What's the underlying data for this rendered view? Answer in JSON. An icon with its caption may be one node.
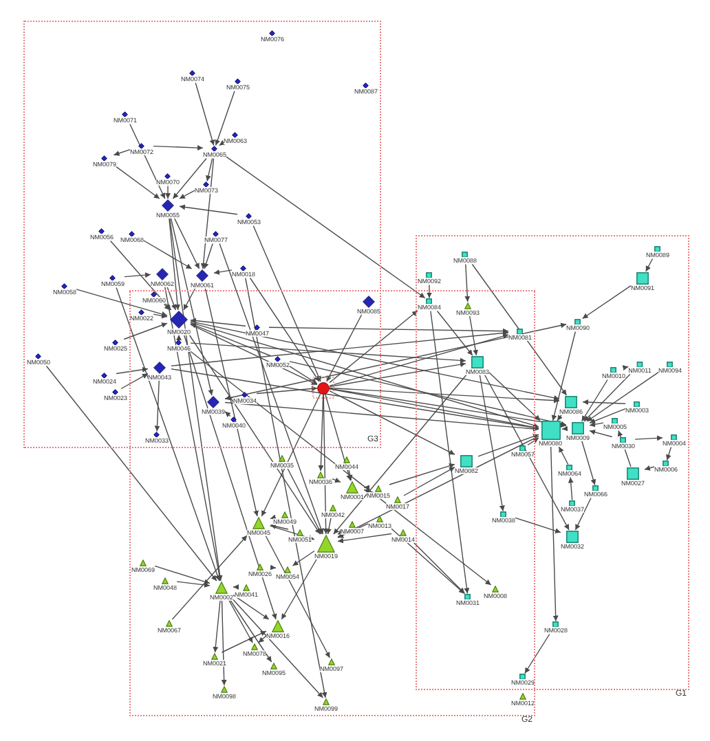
{
  "diagram": {
    "nodes": [
      {
        "text": [
          "G3"
        ]
      },
      {
        "text": [
          "NM0076"
        ],
        "in": 0
      },
      {
        "text": [
          "NM0087"
        ],
        "in": 0
      },
      {
        "text": [
          "NM0074"
        ],
        "in": 0
      },
      {
        "text": [
          "NM0075"
        ],
        "in": 0
      },
      {
        "text": [
          "NM0071"
        ],
        "in": 0
      },
      {
        "text": [
          "NM0072"
        ],
        "in": 0
      },
      {
        "text": [
          "NM0079"
        ],
        "in": 0
      },
      {
        "text": [
          "NM0065"
        ],
        "in": 0
      },
      {
        "text": [
          "NM0063"
        ],
        "in": 0
      },
      {
        "text": [
          "NM0070"
        ],
        "in": 0
      },
      {
        "text": [
          "NM0073"
        ],
        "in": 0
      },
      {
        "text": [
          "NM0055"
        ],
        "in": 0
      },
      {
        "text": [
          "NM0053"
        ],
        "in": 0
      },
      {
        "text": [
          "NM0056"
        ],
        "in": 0
      },
      {
        "text": [
          "NM0068"
        ],
        "in": 0
      },
      {
        "text": [
          "NM0077"
        ],
        "in": 0
      },
      {
        "text": [
          "NM0018"
        ],
        "in": 0
      },
      {
        "text": [
          "NM0059"
        ],
        "in": 0
      },
      {
        "text": [
          "NM0062"
        ],
        "in": 0
      },
      {
        "text": [
          "NM0061"
        ],
        "in": 0
      },
      {
        "text": [
          "NM0058"
        ],
        "in": 0
      },
      {
        "text": [
          "NM0060"
        ]
      },
      {
        "text": [
          "NM0022"
        ]
      },
      {
        "text": [
          "NM0020"
        ]
      },
      {
        "text": [
          "NM0047"
        ]
      },
      {
        "text": [
          "NM0025"
        ],
        "in": 0
      },
      {
        "text": [
          "NM0046"
        ]
      },
      {
        "text": [
          "NM0052"
        ]
      },
      {
        "text": [
          "NM0050"
        ],
        "in": 0
      },
      {
        "text": [
          "NM0043"
        ]
      },
      {
        "text": [
          "NM0024"
        ],
        "in": 0
      },
      {
        "text": [
          "NM0023"
        ],
        "in": 0
      },
      {
        "text": [
          "NM0039"
        ]
      },
      {
        "text": [
          "NM0034"
        ]
      },
      {
        "text": [
          "NM0040"
        ]
      },
      {
        "text": [
          "NM0033"
        ]
      },
      {
        "text": [
          "NM0085"
        ]
      },
      {
        "text": [],
        "shape": "circle"
      },
      {
        "text": [
          "G1"
        ]
      },
      {
        "text": [
          "NM0088"
        ],
        "in": 39
      },
      {
        "text": [
          "NM0092"
        ],
        "in": 39
      },
      {
        "text": [
          "NM0084"
        ]
      },
      {
        "text": [
          "NM0089"
        ],
        "in": 39
      },
      {
        "text": [
          "NM0091"
        ],
        "in": 39
      },
      {
        "text": [
          "NM0090"
        ],
        "in": 39
      },
      {
        "text": [
          "NM0081"
        ]
      },
      {
        "text": [
          "NM0083"
        ]
      },
      {
        "text": [
          "NM0086"
        ],
        "in": 39
      },
      {
        "text": [
          "NM0080"
        ],
        "in": 39
      },
      {
        "text": [
          "NM0009"
        ],
        "in": 39
      },
      {
        "text": [
          "NM0010"
        ],
        "in": 39
      },
      {
        "text": [
          "NM0011"
        ],
        "in": 39
      },
      {
        "text": [
          "NM0094"
        ],
        "in": 39
      },
      {
        "text": [
          "NM0003"
        ],
        "in": 39
      },
      {
        "text": [
          "NM0005"
        ],
        "in": 39
      },
      {
        "text": [
          "NM0030"
        ],
        "in": 39
      },
      {
        "text": [
          "NM0004"
        ],
        "in": 39
      },
      {
        "text": [
          "NM0006"
        ],
        "in": 39
      },
      {
        "text": [
          "NM0027"
        ],
        "in": 39
      },
      {
        "text": [
          "NM0057"
        ]
      },
      {
        "text": [
          "NM0064"
        ],
        "in": 39
      },
      {
        "text": [
          "NM0066"
        ],
        "in": 39
      },
      {
        "text": [
          "NM0037"
        ],
        "in": 39
      },
      {
        "text": [
          "NM0038"
        ]
      },
      {
        "text": [
          "NM0032"
        ],
        "in": 39
      },
      {
        "text": [
          "NM0082"
        ]
      },
      {
        "text": [
          "NM0031"
        ]
      },
      {
        "text": [
          "NM0028"
        ],
        "in": 39
      },
      {
        "text": [
          "NM0029"
        ]
      },
      {
        "text": [
          "G2"
        ]
      },
      {
        "text": [
          "NM0035"
        ],
        "in": 70
      },
      {
        "text": [
          "NM0044"
        ],
        "in": 70
      },
      {
        "text": [
          "NM0036"
        ],
        "in": 70
      },
      {
        "text": [
          "NM0001"
        ],
        "in": 70
      },
      {
        "text": [
          "NM0015"
        ],
        "in": 70
      },
      {
        "text": [
          "NM0017"
        ],
        "in": 70
      },
      {
        "text": [
          "NM0042"
        ],
        "in": 70
      },
      {
        "text": [
          "NM0045"
        ],
        "in": 70
      },
      {
        "text": [
          "NM0049"
        ],
        "in": 70
      },
      {
        "text": [
          "NM0051"
        ],
        "in": 70
      },
      {
        "text": [
          "NM0007"
        ],
        "in": 70
      },
      {
        "text": [
          "NM0013"
        ],
        "in": 70
      },
      {
        "text": [
          "NM0014"
        ],
        "in": 70
      },
      {
        "text": [
          "NM0019"
        ],
        "in": 70
      },
      {
        "text": [
          "NM0069"
        ],
        "in": 70
      },
      {
        "text": [
          "NM0048"
        ],
        "in": 70
      },
      {
        "text": [
          "NM0026"
        ],
        "in": 70
      },
      {
        "text": [
          "NM0054"
        ],
        "in": 70
      },
      {
        "text": [
          "NM0002"
        ],
        "in": 70
      },
      {
        "text": [
          "NM0041"
        ],
        "in": 70
      },
      {
        "text": [
          "NM0067"
        ],
        "in": 70
      },
      {
        "text": [
          "NM0016"
        ],
        "in": 70
      },
      {
        "text": [
          "NM0078"
        ],
        "in": 70
      },
      {
        "text": [
          "NM0021"
        ],
        "in": 70
      },
      {
        "text": [
          "NM0095"
        ],
        "in": 70
      },
      {
        "text": [
          "NM0097"
        ],
        "in": 70
      },
      {
        "text": [
          "NM0098"
        ],
        "in": 70
      },
      {
        "text": [
          "NM0099"
        ],
        "in": 70
      },
      {
        "text": [
          "NM0093"
        ]
      },
      {
        "text": [
          "NM0008"
        ]
      },
      {
        "text": [
          "NM0012"
        ],
        "in": 70
      }
    ],
    "edges": [
      {
        "from": 3,
        "to": 8,
        "arrow": "to"
      },
      {
        "from": 4,
        "to": 8,
        "arrow": "to"
      },
      {
        "from": 9,
        "to": 8,
        "arrow": "to"
      },
      {
        "from": 5,
        "to": 12,
        "arrow": "to"
      },
      {
        "from": 6,
        "to": 8,
        "arrow": "to"
      },
      {
        "from": 6,
        "to": 7,
        "arrow": "to"
      },
      {
        "from": 7,
        "to": 12,
        "arrow": "to"
      },
      {
        "from": 8,
        "to": 12,
        "arrow": "to"
      },
      {
        "from": 8,
        "to": 11,
        "arrow": "to"
      },
      {
        "from": 10,
        "to": 12,
        "arrow": "to"
      },
      {
        "from": 11,
        "to": 12,
        "arrow": "to"
      },
      {
        "from": 13,
        "to": 12,
        "arrow": "to"
      },
      {
        "from": 8,
        "to": 42,
        "arrow": "to"
      },
      {
        "from": 8,
        "to": 20,
        "arrow": "to"
      },
      {
        "from": 14,
        "to": 24,
        "arrow": "to"
      },
      {
        "from": 15,
        "to": 20,
        "arrow": "to"
      },
      {
        "from": 16,
        "to": 20,
        "arrow": "to"
      },
      {
        "from": 12,
        "to": 24,
        "arrow": "to"
      },
      {
        "from": 12,
        "to": 20,
        "arrow": "to"
      },
      {
        "from": 12,
        "to": 33,
        "arrow": "to"
      },
      {
        "from": 17,
        "to": 20,
        "arrow": "to"
      },
      {
        "from": 18,
        "to": 19,
        "arrow": "to"
      },
      {
        "from": 21,
        "to": 24,
        "arrow": "to"
      },
      {
        "from": 22,
        "to": 24,
        "arrow": "to"
      },
      {
        "from": 23,
        "to": 24,
        "arrow": "to"
      },
      {
        "from": 19,
        "to": 24,
        "arrow": "to"
      },
      {
        "from": 20,
        "to": 24,
        "arrow": "to"
      },
      {
        "from": 26,
        "to": 24,
        "arrow": "to"
      },
      {
        "from": 27,
        "to": 24,
        "arrow": "to"
      },
      {
        "from": 25,
        "to": 24,
        "arrow": "to"
      },
      {
        "from": 31,
        "to": 30,
        "arrow": "to"
      },
      {
        "from": 32,
        "to": 30,
        "arrow": "to"
      },
      {
        "from": 30,
        "to": 36,
        "arrow": "to"
      },
      {
        "from": 34,
        "to": 33,
        "arrow": "to"
      },
      {
        "from": 35,
        "to": 33,
        "arrow": "to"
      },
      {
        "from": 28,
        "to": 24,
        "arrow": "to"
      },
      {
        "from": 29,
        "to": 89,
        "arrow": "to"
      },
      {
        "from": 13,
        "to": 38,
        "arrow": "to"
      },
      {
        "from": 17,
        "to": 38,
        "arrow": "to"
      },
      {
        "from": 28,
        "to": 38,
        "arrow": "to"
      },
      {
        "from": 34,
        "to": 38,
        "arrow": "to"
      },
      {
        "from": 24,
        "to": 38,
        "arrow": "to"
      },
      {
        "from": 37,
        "to": 38,
        "arrow": "to"
      },
      {
        "from": 16,
        "to": 84,
        "arrow": "to"
      },
      {
        "from": 20,
        "to": 78,
        "arrow": "to"
      },
      {
        "from": 19,
        "to": 89,
        "arrow": "to"
      },
      {
        "from": 24,
        "to": 84,
        "arrow": "to"
      },
      {
        "from": 24,
        "to": 92,
        "arrow": "to"
      },
      {
        "from": 38,
        "to": 42,
        "arrow": "to"
      },
      {
        "from": 38,
        "to": 46,
        "arrow": "to"
      },
      {
        "from": 38,
        "to": 47,
        "arrow": "to"
      },
      {
        "from": 38,
        "to": 48,
        "arrow": "to"
      },
      {
        "from": 38,
        "to": 49,
        "arrow": "to"
      },
      {
        "from": 38,
        "to": 50,
        "arrow": "to"
      },
      {
        "from": 38,
        "to": 66,
        "arrow": "to"
      },
      {
        "from": 38,
        "to": 74,
        "arrow": "to"
      },
      {
        "from": 38,
        "to": 84,
        "arrow": "to"
      },
      {
        "from": 38,
        "to": 78,
        "arrow": "to"
      },
      {
        "from": 38,
        "to": 73,
        "arrow": "to"
      },
      {
        "from": 24,
        "to": 48,
        "arrow": "to"
      },
      {
        "from": 24,
        "to": 49,
        "arrow": "to"
      },
      {
        "from": 30,
        "to": 49,
        "arrow": "to"
      },
      {
        "from": 33,
        "to": 49,
        "arrow": "to"
      },
      {
        "from": 27,
        "to": 47,
        "arrow": "to"
      },
      {
        "from": 25,
        "to": 46,
        "arrow": "to"
      },
      {
        "from": 28,
        "to": 50,
        "arrow": "to"
      },
      {
        "from": 33,
        "to": 45,
        "arrow": "to"
      },
      {
        "from": 30,
        "to": 46,
        "arrow": "to"
      },
      {
        "from": 43,
        "to": 44,
        "arrow": "to"
      },
      {
        "from": 44,
        "to": 45,
        "arrow": "to"
      },
      {
        "from": 45,
        "to": 49,
        "arrow": "to"
      },
      {
        "from": 40,
        "to": 99,
        "arrow": "to"
      },
      {
        "from": 99,
        "to": 47,
        "arrow": "to"
      },
      {
        "from": 41,
        "to": 42,
        "arrow": "to"
      },
      {
        "from": 42,
        "to": 47,
        "arrow": "to"
      },
      {
        "from": 42,
        "to": 67,
        "arrow": "to"
      },
      {
        "from": 47,
        "to": 49,
        "arrow": "to"
      },
      {
        "from": 47,
        "to": 65,
        "arrow": "to"
      },
      {
        "from": 47,
        "to": 64,
        "arrow": "to"
      },
      {
        "from": 51,
        "to": 52,
        "arrow": "to"
      },
      {
        "from": 53,
        "to": 50,
        "arrow": "to"
      },
      {
        "from": 51,
        "to": 50,
        "arrow": "to"
      },
      {
        "from": 52,
        "to": 50,
        "arrow": "to"
      },
      {
        "from": 54,
        "to": 50,
        "arrow": "to"
      },
      {
        "from": 55,
        "to": 50,
        "arrow": "to"
      },
      {
        "from": 56,
        "to": 50,
        "arrow": "to"
      },
      {
        "from": 54,
        "to": 48,
        "arrow": "to"
      },
      {
        "from": 50,
        "to": 49,
        "arrow": "to"
      },
      {
        "from": 48,
        "to": 49,
        "arrow": "to"
      },
      {
        "from": 57,
        "to": 58,
        "arrow": "to"
      },
      {
        "from": 58,
        "to": 59,
        "arrow": "to"
      },
      {
        "from": 59,
        "to": 55,
        "arrow": "to"
      },
      {
        "from": 56,
        "to": 57,
        "arrow": "to"
      },
      {
        "from": 61,
        "to": 49,
        "arrow": "to"
      },
      {
        "from": 63,
        "to": 61,
        "arrow": "to"
      },
      {
        "from": 49,
        "to": 68,
        "arrow": "to"
      },
      {
        "from": 68,
        "to": 69,
        "arrow": "to"
      },
      {
        "from": 64,
        "to": 65,
        "arrow": "to"
      },
      {
        "from": 62,
        "to": 65,
        "arrow": "to"
      },
      {
        "from": 50,
        "to": 62,
        "arrow": "to"
      },
      {
        "from": 60,
        "to": 49,
        "arrow": "to"
      },
      {
        "from": 66,
        "to": 49,
        "arrow": "to"
      },
      {
        "from": 40,
        "to": 48,
        "arrow": "to"
      },
      {
        "from": 75,
        "to": 66,
        "arrow": "to"
      },
      {
        "from": 76,
        "to": 66,
        "arrow": "to"
      },
      {
        "from": 82,
        "to": 67,
        "arrow": "to"
      },
      {
        "from": 83,
        "to": 67,
        "arrow": "to"
      },
      {
        "from": 27,
        "to": 100,
        "arrow": "to"
      },
      {
        "from": 49,
        "to": 84,
        "arrow": "to"
      },
      {
        "from": 47,
        "to": 84,
        "arrow": "to"
      },
      {
        "from": 72,
        "to": 74,
        "arrow": "to"
      },
      {
        "from": 73,
        "to": 74,
        "arrow": "to"
      },
      {
        "from": 75,
        "to": 74,
        "arrow": "to"
      },
      {
        "from": 76,
        "to": 74,
        "arrow": "to"
      },
      {
        "from": 77,
        "to": 84,
        "arrow": "to"
      },
      {
        "from": 81,
        "to": 84,
        "arrow": "to"
      },
      {
        "from": 82,
        "to": 84,
        "arrow": "to"
      },
      {
        "from": 83,
        "to": 84,
        "arrow": "to"
      },
      {
        "from": 79,
        "to": 78,
        "arrow": "to"
      },
      {
        "from": 80,
        "to": 78,
        "arrow": "to"
      },
      {
        "from": 78,
        "to": 84,
        "arrow": "to"
      },
      {
        "from": 87,
        "to": 88,
        "arrow": "to"
      },
      {
        "from": 84,
        "to": 88,
        "arrow": "to"
      },
      {
        "from": 84,
        "to": 92,
        "arrow": "to"
      },
      {
        "from": 85,
        "to": 89,
        "arrow": "to"
      },
      {
        "from": 86,
        "to": 89,
        "arrow": "to"
      },
      {
        "from": 90,
        "to": 89,
        "arrow": "to"
      },
      {
        "from": 89,
        "to": 94,
        "arrow": "to"
      },
      {
        "from": 89,
        "to": 97,
        "arrow": "to"
      },
      {
        "from": 89,
        "to": 93,
        "arrow": "to"
      },
      {
        "from": 89,
        "to": 92,
        "arrow": "to"
      },
      {
        "from": 89,
        "to": 95,
        "arrow": "to"
      },
      {
        "from": 89,
        "to": 98,
        "arrow": "to"
      },
      {
        "from": 92,
        "to": 93,
        "arrow": "to"
      },
      {
        "from": 94,
        "to": 92,
        "arrow": "to"
      },
      {
        "from": 78,
        "to": 96,
        "arrow": "to"
      },
      {
        "from": 91,
        "to": 78,
        "arrow": "to"
      },
      {
        "from": 71,
        "to": 84,
        "arrow": "to"
      },
      {
        "from": 12,
        "to": 89,
        "arrow": "to"
      },
      {
        "from": 18,
        "to": 89,
        "arrow": "to"
      },
      {
        "from": 17,
        "to": 98,
        "arrow": "to"
      }
    ]
  }
}
